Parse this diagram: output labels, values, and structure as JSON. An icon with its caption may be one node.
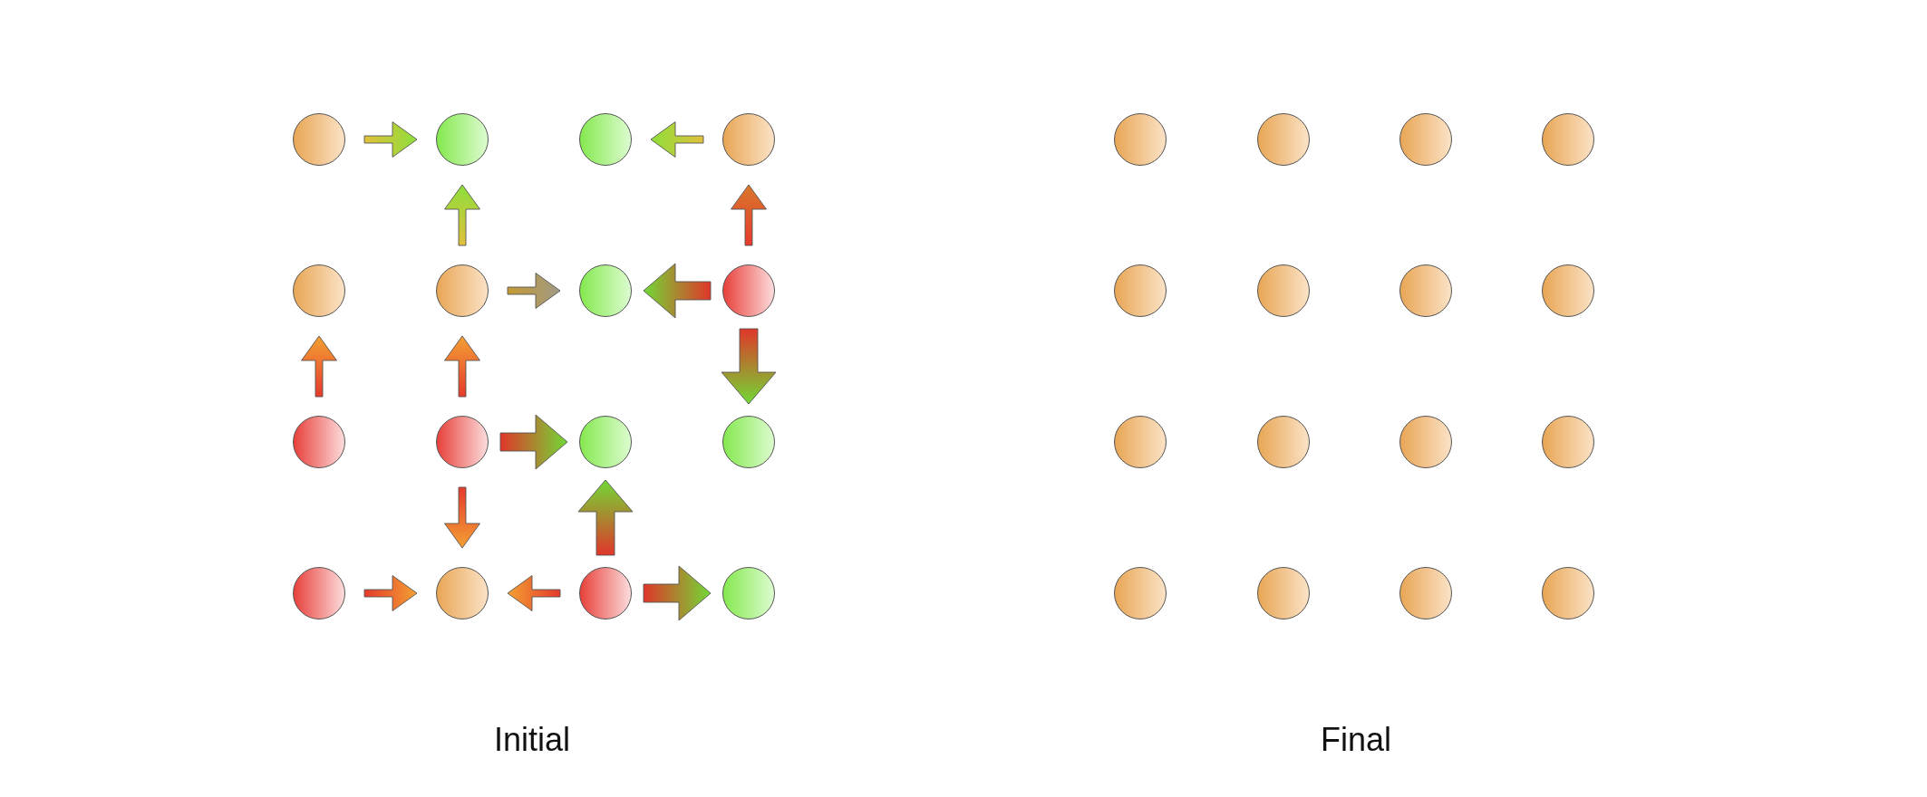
{
  "diagram": {
    "nodes": [
      {
        "text": [],
        "shape": "circle"
      },
      {
        "text": [],
        "shape": "circle"
      },
      {
        "text": [],
        "shape": "circle"
      },
      {
        "text": [],
        "shape": "circle"
      },
      {
        "text": [],
        "shape": "circle"
      },
      {
        "text": [],
        "shape": "circle"
      },
      {
        "text": [],
        "shape": "circle"
      },
      {
        "text": [],
        "shape": "circle"
      },
      {
        "text": [],
        "shape": "circle"
      },
      {
        "text": [],
        "shape": "circle"
      },
      {
        "text": [],
        "shape": "circle"
      },
      {
        "text": [],
        "shape": "circle"
      },
      {
        "text": [],
        "shape": "circle"
      },
      {
        "text": [],
        "shape": "circle"
      },
      {
        "text": [],
        "shape": "circle"
      },
      {
        "text": [],
        "shape": "circle"
      },
      {
        "text": [],
        "shape": "circle"
      },
      {
        "text": [],
        "shape": "circle"
      },
      {
        "text": [],
        "shape": "circle"
      },
      {
        "text": [],
        "shape": "circle"
      },
      {
        "text": [],
        "shape": "circle"
      },
      {
        "text": [],
        "shape": "circle"
      },
      {
        "text": [],
        "shape": "circle"
      },
      {
        "text": [],
        "shape": "circle"
      },
      {
        "text": [],
        "shape": "circle"
      },
      {
        "text": [],
        "shape": "circle"
      },
      {
        "text": [],
        "shape": "circle"
      },
      {
        "text": [],
        "shape": "circle"
      },
      {
        "text": [],
        "shape": "circle"
      },
      {
        "text": [],
        "shape": "circle"
      },
      {
        "text": [],
        "shape": "circle"
      },
      {
        "text": [],
        "shape": "circle"
      }
    ],
    "edges": [
      {
        "from": 0,
        "to": 1,
        "arrow": "to"
      },
      {
        "from": 3,
        "to": 2,
        "arrow": "to"
      },
      {
        "from": 5,
        "to": 1,
        "arrow": "to"
      },
      {
        "from": 7,
        "to": 3,
        "arrow": "to"
      },
      {
        "from": 5,
        "to": 6,
        "arrow": "to"
      },
      {
        "from": 7,
        "to": 6,
        "arrow": "to",
        "style": "thick"
      },
      {
        "from": 7,
        "to": 11,
        "arrow": "to",
        "style": "thick"
      },
      {
        "from": 8,
        "to": 4,
        "arrow": "to"
      },
      {
        "from": 9,
        "to": 5,
        "arrow": "to"
      },
      {
        "from": 9,
        "to": 10,
        "arrow": "to",
        "style": "thick"
      },
      {
        "from": 9,
        "to": 13,
        "arrow": "to"
      },
      {
        "from": 14,
        "to": 10,
        "arrow": "to",
        "style": "thick"
      },
      {
        "from": 12,
        "to": 13,
        "arrow": "to"
      },
      {
        "from": 14,
        "to": 13,
        "arrow": "to"
      },
      {
        "from": 14,
        "to": 15,
        "arrow": "to",
        "style": "thick"
      }
    ],
    "labels": [
      "Initial",
      "Final"
    ]
  }
}
